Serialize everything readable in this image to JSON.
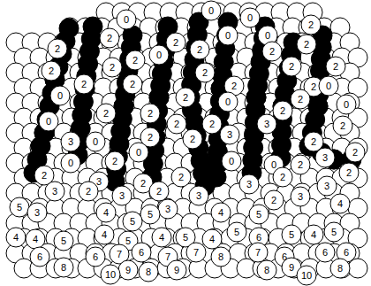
{
  "diagram": {
    "labels": [
      "0",
      "0",
      "0",
      "2",
      "0",
      "0",
      "2",
      "2",
      "2",
      "2",
      "2",
      "2",
      "0",
      "2",
      "2",
      "2",
      "2",
      "2",
      "2",
      "2",
      "2",
      "2",
      "2",
      "0",
      "0",
      "2",
      "2",
      "0",
      "0",
      "2",
      "2",
      "2",
      "0",
      "2",
      "2",
      "3",
      "2",
      "3",
      "2",
      "2",
      "0",
      "3",
      "2",
      "0",
      "2",
      "3",
      "0",
      "2",
      "0",
      "0",
      "2",
      "2",
      "2",
      "2",
      "2",
      "3",
      "2",
      "3",
      "3",
      "3",
      "2",
      "2",
      "3",
      "3",
      "3",
      "2",
      "4",
      "5",
      "3",
      "3",
      "4",
      "5",
      "4",
      "5",
      "5",
      "4",
      "4",
      "5",
      "4",
      "5",
      "4",
      "5",
      "4",
      "5",
      "6",
      "5",
      "4",
      "5",
      "6",
      "6",
      "7",
      "6",
      "7",
      "7",
      "8",
      "7",
      "6",
      "6",
      "6",
      "8",
      "9",
      "8",
      "9",
      "8",
      "9",
      "8",
      "10",
      "10"
    ]
  }
}
